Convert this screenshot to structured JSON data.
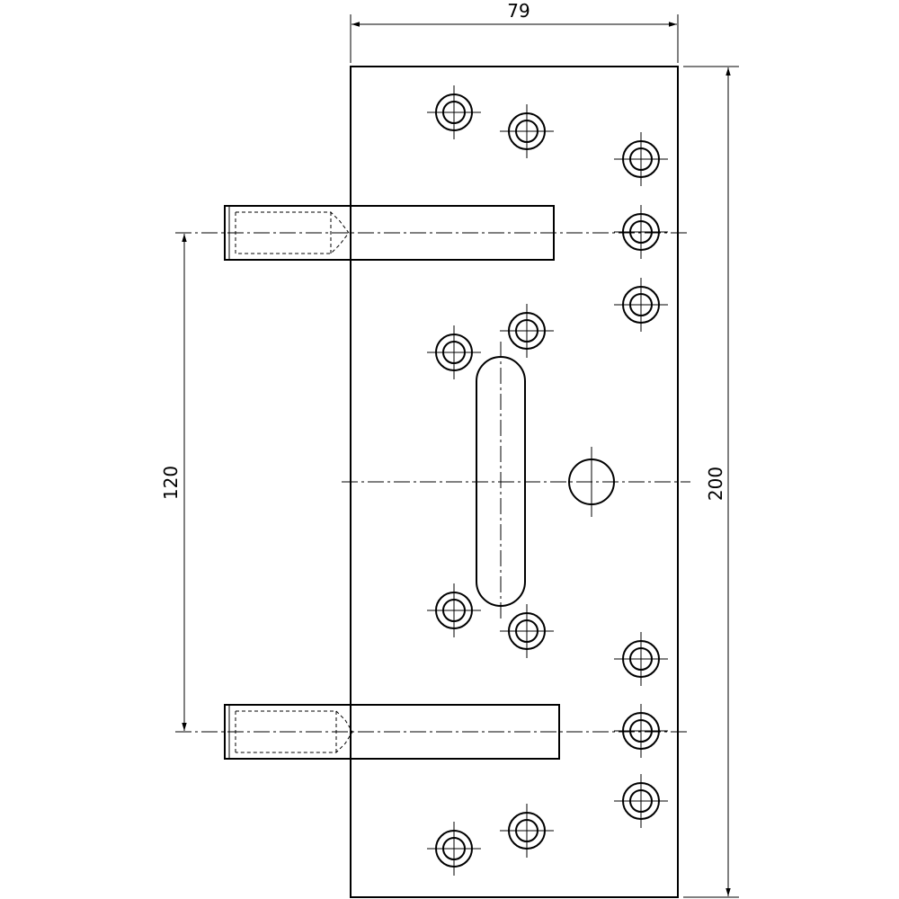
{
  "drawing": {
    "dimensions": {
      "width_label": "79",
      "height_label": "200",
      "spacing_label": "120"
    }
  }
}
